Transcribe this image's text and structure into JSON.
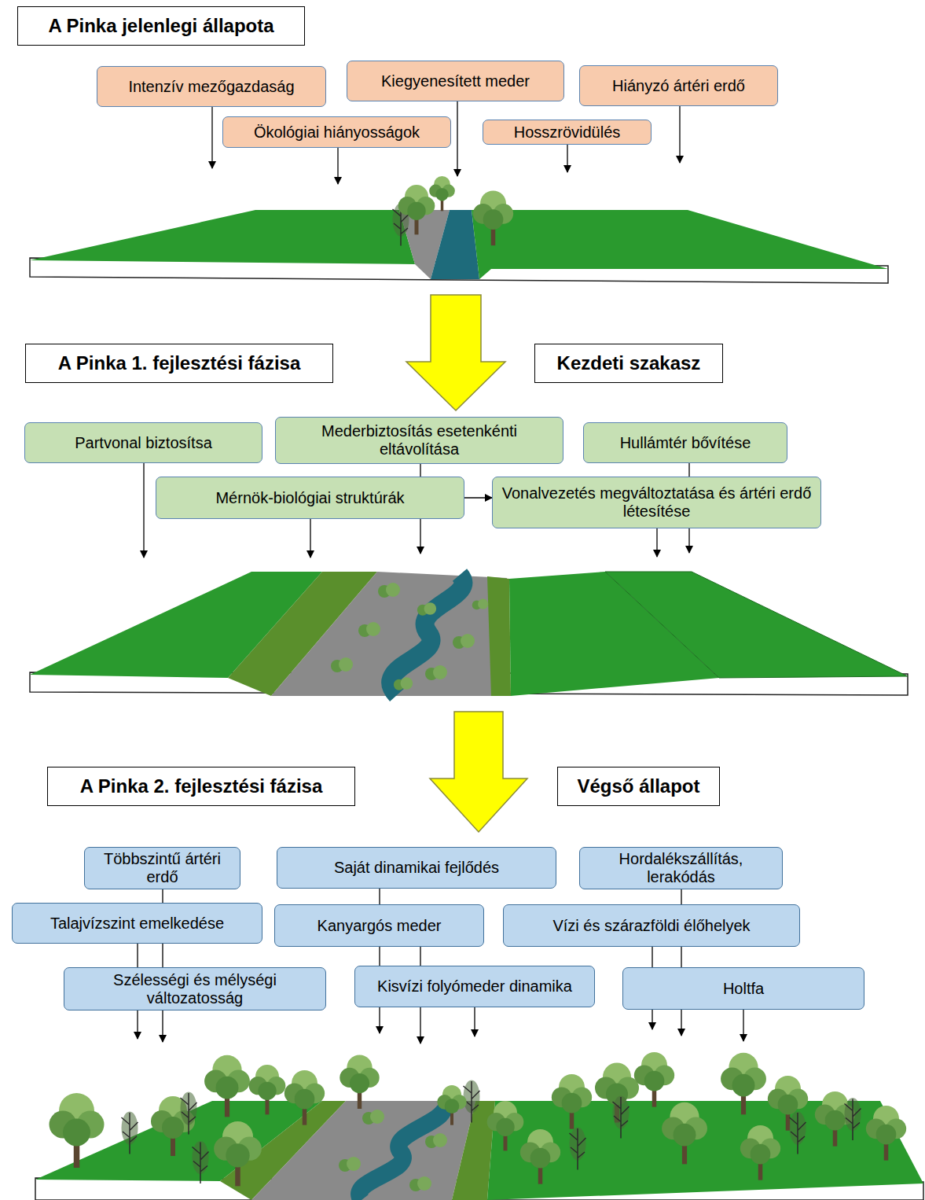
{
  "diagram": {
    "nodes": [
      {
        "text": [
          "A Pinka jelenlegi állapota"
        ]
      },
      {
        "text": [
          "Intenzív mezőgazdaság"
        ]
      },
      {
        "text": [
          "Kiegyenesített meder"
        ]
      },
      {
        "text": [
          "Hiányzó ártéri erdő"
        ]
      },
      {
        "text": [
          "Ökológiai hiányosságok"
        ]
      },
      {
        "text": [
          "Hosszrövidülés"
        ]
      },
      {
        "text": [
          "A Pinka 1. fejlesztési fázisa"
        ]
      },
      {
        "text": [
          "Kezdeti szakasz"
        ]
      },
      {
        "text": [
          "Partvonal biztosítsa"
        ]
      },
      {
        "text": [
          "Mederbiztosítás esetenkénti eltávolítása"
        ]
      },
      {
        "text": [
          "Hullámtér bővítése"
        ]
      },
      {
        "text": [
          "Mérnök-biológiai struktúrák"
        ]
      },
      {
        "text": [
          "Vonalvezetés megváltoztatása és ártéri erdő létesítése"
        ]
      },
      {
        "text": [
          "A Pinka 2. fejlesztési fázisa"
        ]
      },
      {
        "text": [
          "Végső állapot"
        ]
      },
      {
        "text": [
          "Többszintű ártéri erdő"
        ]
      },
      {
        "text": [
          "Saját dinamikai fejlődés"
        ]
      },
      {
        "text": [
          "Hordalékszállítás, lerakódás"
        ]
      },
      {
        "text": [
          "Talajvízszint emelkedése"
        ]
      },
      {
        "text": [
          "Kanyargós meder"
        ]
      },
      {
        "text": [
          "Vízi és szárazföldi élőhelyek"
        ]
      },
      {
        "text": [
          "Szélességi és mélységi változatosság"
        ]
      },
      {
        "text": [
          "Kisvízi folyómeder dinamika"
        ]
      },
      {
        "text": [
          "Holtfa"
        ]
      }
    ],
    "edges": [
      {
        "from": 11,
        "to": 12,
        "arrow": "to"
      },
      {
        "from": 9,
        "to": 11,
        "arrow": "none"
      },
      {
        "from": 10,
        "to": 12,
        "arrow": "none"
      },
      {
        "from": 15,
        "to": 18,
        "arrow": "none"
      },
      {
        "from": 18,
        "to": 21,
        "arrow": "none"
      },
      {
        "from": 18,
        "to": 21,
        "arrow": "none"
      },
      {
        "from": 16,
        "to": 19,
        "arrow": "none"
      },
      {
        "from": 19,
        "to": 22,
        "arrow": "none"
      },
      {
        "from": 19,
        "to": 22,
        "arrow": "none"
      },
      {
        "from": 17,
        "to": 20,
        "arrow": "none"
      },
      {
        "from": 20,
        "to": 23,
        "arrow": "none"
      },
      {
        "from": 20,
        "to": 23,
        "arrow": "none"
      }
    ]
  }
}
